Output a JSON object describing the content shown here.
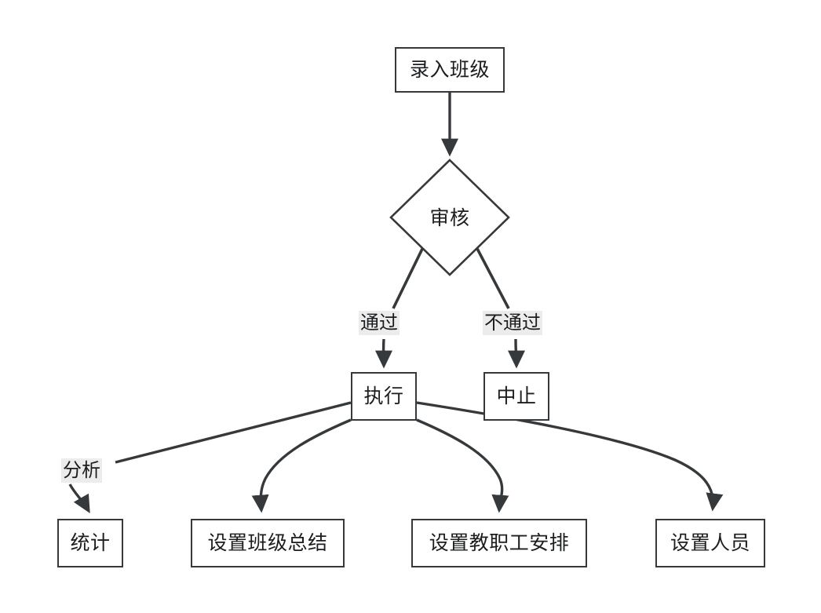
{
  "diagram": {
    "type": "flowchart",
    "title": "",
    "background_color": "#ffffff",
    "node_border_color": "#36393b",
    "node_fill_color": "#ffffff",
    "text_color": "#1b1d1f",
    "edge_color": "#36393b",
    "edge_label_background": "#ececec",
    "nodes": [
      {
        "id": "n1",
        "label": "录入班级",
        "shape": "rectangle"
      },
      {
        "id": "n2",
        "label": "审核",
        "shape": "diamond"
      },
      {
        "id": "n3",
        "label": "执行",
        "shape": "rectangle"
      },
      {
        "id": "n4",
        "label": "中止",
        "shape": "rectangle"
      },
      {
        "id": "n5",
        "label": "统计",
        "shape": "rectangle"
      },
      {
        "id": "n6",
        "label": "设置班级总结",
        "shape": "rectangle"
      },
      {
        "id": "n7",
        "label": "设置教职工安排",
        "shape": "rectangle"
      },
      {
        "id": "n8",
        "label": "设置人员",
        "shape": "rectangle"
      }
    ],
    "edges": [
      {
        "from": "n1",
        "to": "n2",
        "label": ""
      },
      {
        "from": "n2",
        "to": "n3",
        "label": "通过"
      },
      {
        "from": "n2",
        "to": "n4",
        "label": "不通过"
      },
      {
        "from": "n3",
        "to": "n5",
        "label": "分析"
      },
      {
        "from": "n3",
        "to": "n6",
        "label": ""
      },
      {
        "from": "n3",
        "to": "n7",
        "label": ""
      },
      {
        "from": "n3",
        "to": "n8",
        "label": ""
      }
    ]
  }
}
